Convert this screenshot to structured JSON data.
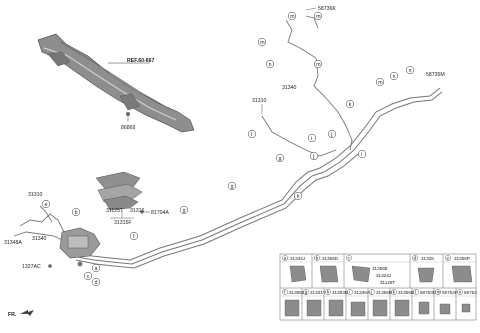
{
  "part_labels": {
    "ref": "REF.60-667",
    "p86869": "86869",
    "p58736k": "58736K",
    "p58735m": "58735M",
    "p31340_top": "31340",
    "p31310_mid": "31310",
    "p31310_left": "31310",
    "p31340_left": "31340",
    "p31348a": "31348A",
    "p1327ac": "1327AC",
    "p31125t": "31125T",
    "p31316": "31316",
    "p81704a": "81704A",
    "p31315f": "31315F",
    "fr": "FR."
  },
  "balloons": {
    "a": "a",
    "b": "b",
    "c": "c",
    "d": "d",
    "e": "e",
    "f": "f",
    "g": "g",
    "h": "h",
    "i": "i",
    "j": "j",
    "k": "k",
    "l": "l",
    "m": "m",
    "n": "n"
  },
  "legend": {
    "row1": [
      {
        "key": "a",
        "part": "31334J"
      },
      {
        "key": "b",
        "part": "31355D"
      },
      {
        "key": "c",
        "part": ""
      },
      {
        "key": "d",
        "part": "31326"
      },
      {
        "key": "e",
        "part": "31356P"
      }
    ],
    "c_parts": [
      "31356E",
      "31324J",
      "31125T"
    ],
    "row2": [
      {
        "key": "f",
        "part": "31355B"
      },
      {
        "key": "g",
        "part": "31331Y"
      },
      {
        "key": "h",
        "part": "31353B"
      },
      {
        "key": "i",
        "part": "31336A"
      },
      {
        "key": "j",
        "part": "31358B"
      },
      {
        "key": "k",
        "part": "31356B"
      },
      {
        "key": "l",
        "part": "58753D"
      },
      {
        "key": "m",
        "part": "58754F"
      },
      {
        "key": "n",
        "part": "58753"
      }
    ]
  }
}
